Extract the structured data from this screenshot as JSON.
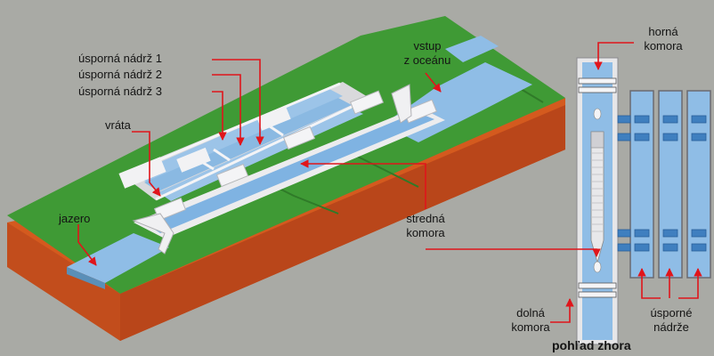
{
  "labels": {
    "saving_basin_1": "úsporná nádrž 1",
    "saving_basin_2": "úsporná nádrž 2",
    "saving_basin_3": "úsporná nádrž 3",
    "gates": "vráta",
    "lake": "jazero",
    "ocean_entrance_line1": "vstup",
    "ocean_entrance_line2": "z oceánu",
    "middle_chamber_line1": "stredná",
    "middle_chamber_line2": "komora",
    "upper_chamber_line1": "horná",
    "upper_chamber_line2": "komora",
    "lower_chamber_line1": "dolná",
    "lower_chamber_line2": "komora",
    "saving_basins_line1": "úsporné",
    "saving_basins_line2": "nádrže",
    "top_view": "pohľad zhora"
  },
  "colors": {
    "background": "#a9aaa5",
    "grass": "#3f9a35",
    "soil": "#d45a1e",
    "water": "#8fbde6",
    "concrete": "#e8e8ea",
    "pointer": "#e0151b"
  }
}
